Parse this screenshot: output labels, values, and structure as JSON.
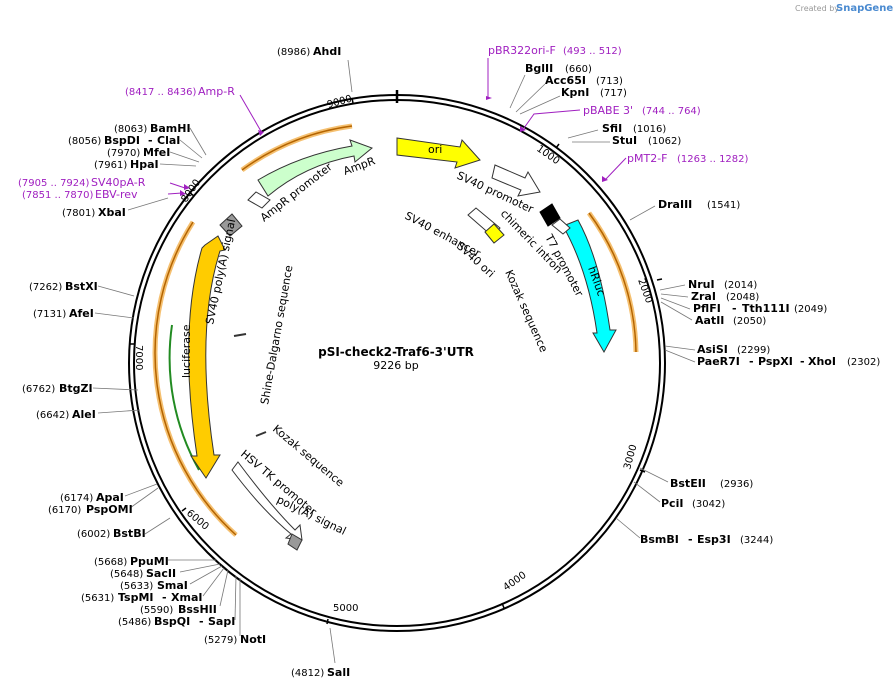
{
  "credit": {
    "prefix": "Created by",
    "brand": "SnapGene"
  },
  "plasmid": {
    "name": "pSI-check2-Traf6-3'UTR",
    "size": "9226 bp",
    "length": 9226
  },
  "tick_labels": [
    "1000",
    "2000",
    "3000",
    "4000",
    "5000",
    "6000",
    "7000",
    "8000",
    "9000"
  ],
  "colors": {
    "ori": "#ffff00",
    "hRluc": "#00ffff",
    "AmpR": "#ccffcc",
    "luciferase": "#ffcc00",
    "polyA": "#999999",
    "orf_highlight": "#f5c070",
    "orf_line": "#b46400",
    "green_orf": "#228b22",
    "primer": "#a020c0"
  },
  "enzymes": [
    {
      "name": "AhdI",
      "pos": "(8986)"
    },
    {
      "name": "BglII",
      "pos": "(660)"
    },
    {
      "name": "Acc65I",
      "pos": "(713)"
    },
    {
      "name": "KpnI",
      "pos": "(717)"
    },
    {
      "name": "SfiI",
      "pos": "(1016)"
    },
    {
      "name": "StuI",
      "pos": "(1062)"
    },
    {
      "name": "DraIII",
      "pos": "(1541)"
    },
    {
      "name": "NruI",
      "pos": "(2014)"
    },
    {
      "name": "ZraI",
      "pos": "(2048)"
    },
    {
      "name": "PflFI",
      "pos": "(2049)",
      "alt": "Tth111I"
    },
    {
      "name": "AatII",
      "pos": "(2050)"
    },
    {
      "name": "AsiSI",
      "pos": "(2299)"
    },
    {
      "name": "PaeR7I",
      "pos": "(2302)",
      "alt": "PspXI",
      "alt2": "XhoI"
    },
    {
      "name": "BstEII",
      "pos": "(2936)"
    },
    {
      "name": "PciI",
      "pos": "(3042)"
    },
    {
      "name": "BsmBI",
      "pos": "(3244)",
      "alt": "Esp3I"
    },
    {
      "name": "SalI",
      "pos": "(4812)"
    },
    {
      "name": "NotI",
      "pos": "(5279)"
    },
    {
      "name": "BspQI",
      "pos": "(5486)",
      "alt": "SapI"
    },
    {
      "name": "BssHII",
      "pos": "(5590)"
    },
    {
      "name": "TspMI",
      "pos": "(5631)",
      "alt": "XmaI"
    },
    {
      "name": "SmaI",
      "pos": "(5633)"
    },
    {
      "name": "SacII",
      "pos": "(5648)"
    },
    {
      "name": "PpuMI",
      "pos": "(5668)"
    },
    {
      "name": "BstBI",
      "pos": "(6002)"
    },
    {
      "name": "PspOMI",
      "pos": "(6170)"
    },
    {
      "name": "ApaI",
      "pos": "(6174)"
    },
    {
      "name": "AleI",
      "pos": "(6642)"
    },
    {
      "name": "BtgZI",
      "pos": "(6762)"
    },
    {
      "name": "AfeI",
      "pos": "(7131)"
    },
    {
      "name": "BstXI",
      "pos": "(7262)"
    },
    {
      "name": "XbaI",
      "pos": "(7801)"
    },
    {
      "name": "HpaI",
      "pos": "(7961)"
    },
    {
      "name": "MfeI",
      "pos": "(7970)"
    },
    {
      "name": "BspDI",
      "pos": "(8056)",
      "alt": "ClaI"
    },
    {
      "name": "BamHI",
      "pos": "(8063)"
    }
  ],
  "primers": [
    {
      "name": "pBR322ori-F",
      "pos": "(493 .. 512)"
    },
    {
      "name": "pBABE 3'",
      "pos": "(744 .. 764)"
    },
    {
      "name": "pMT2-F",
      "pos": "(1263 .. 1282)"
    },
    {
      "name": "Amp-R",
      "pos": "(8417 .. 8436)"
    },
    {
      "name": "SV40pA-R",
      "pos": "(7905 .. 7924)"
    },
    {
      "name": "EBV-rev",
      "pos": "(7851 .. 7870)"
    }
  ],
  "features": {
    "ori": "ori",
    "sv40_promoter": "SV40 promoter",
    "chimeric_intron": "chimeric intron",
    "t7_promoter": "T7 promoter",
    "hRluc": "hRluc",
    "sv40_enhancer": "SV40 enhancer",
    "sv40_ori": "SV40 ori",
    "kozak1": "Kozak sequence",
    "ampr": "AmpR",
    "ampr_promoter": "AmpR promoter",
    "sv40_polyA": "SV40 poly(A) signal",
    "shine_dalgarno": "Shine-Dalgarno sequence",
    "luciferase": "luciferase",
    "kozak2": "Kozak sequence",
    "hsv_tk_promoter": "HSV TK promoter",
    "polyA_signal": "poly(A) signal"
  }
}
